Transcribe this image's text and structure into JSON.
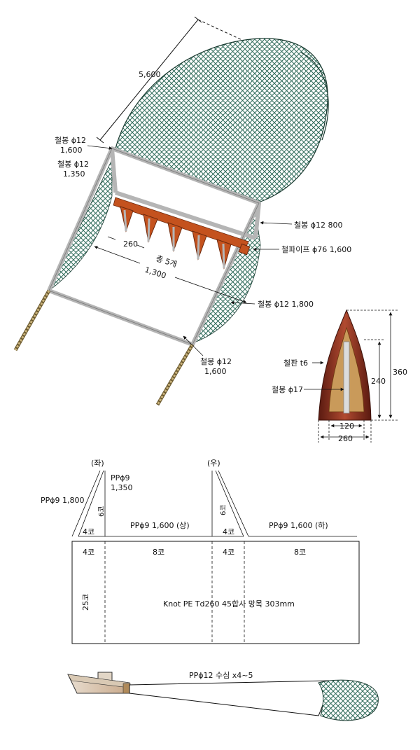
{
  "dredge": {
    "length_dim": "5,600",
    "rod_top_left": "철봉 ϕ12",
    "rod_top_left_len": "1,600",
    "rod_side_left": "철봉 ϕ12",
    "rod_side_left_len": "1,350",
    "rod_right_top": "철봉 ϕ12  800",
    "pipe_right": "철파이프 ϕ76 1,600",
    "tooth_spacing": "260",
    "tooth_count": "총 5개",
    "width_dim": "1,300",
    "rod_right_bottom": "철봉 ϕ12  1,800",
    "rod_bottom": "철봉 ϕ12",
    "rod_bottom_len": "1,600"
  },
  "tooth": {
    "plate": "철판 t6",
    "rod": "철봉 ϕ17",
    "height_total": "360",
    "height_inner": "240",
    "width_inner": "120",
    "width_outer": "260"
  },
  "net": {
    "left_label": "(좌)",
    "right_label": "(우)",
    "left_side_rope": "PPϕ9 1,800",
    "left_rope_a": "PPϕ9",
    "left_rope_b": "1,350",
    "left_meshes": "6코",
    "left_base": "4코",
    "right_meshes": "6코",
    "right_base": "4코",
    "top_rope": "PPϕ9   1,600 (상)",
    "bottom_rope": "PPϕ9   1,600 (하)",
    "col1": "4코",
    "col2": "8코",
    "col3": "4코",
    "col4": "8코",
    "depth": "25코",
    "spec": "Knot PE Td260 45합사 망목 303mm"
  },
  "rigging": {
    "label": "PPϕ12    수심 x4~5"
  },
  "colors": {
    "net": "#2f6b5a",
    "frame": "#b5b5b5",
    "teeth": "#c4521e",
    "plate": "#7a2a1a",
    "rope": "#c9b27a"
  }
}
